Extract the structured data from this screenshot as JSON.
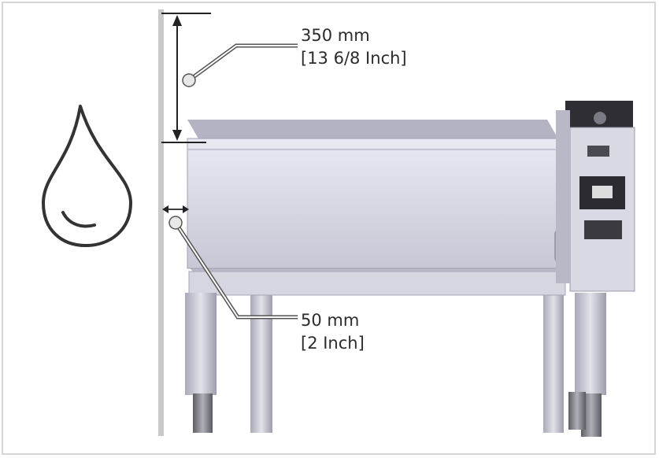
{
  "annotations": {
    "top_clearance": {
      "metric": "350 mm",
      "imperial": "[13 6/8 Inch]"
    },
    "side_clearance": {
      "metric": "50 mm",
      "imperial": "[2 Inch]"
    }
  },
  "icons": {
    "water_symbol": "water-drop-icon"
  },
  "colors": {
    "outline": "#2b2b2b",
    "wall": "#c9c9c9",
    "frame": "#d6d6d6",
    "appliance_body": "#d9d9e6",
    "appliance_shadow": "#9a9aae"
  }
}
